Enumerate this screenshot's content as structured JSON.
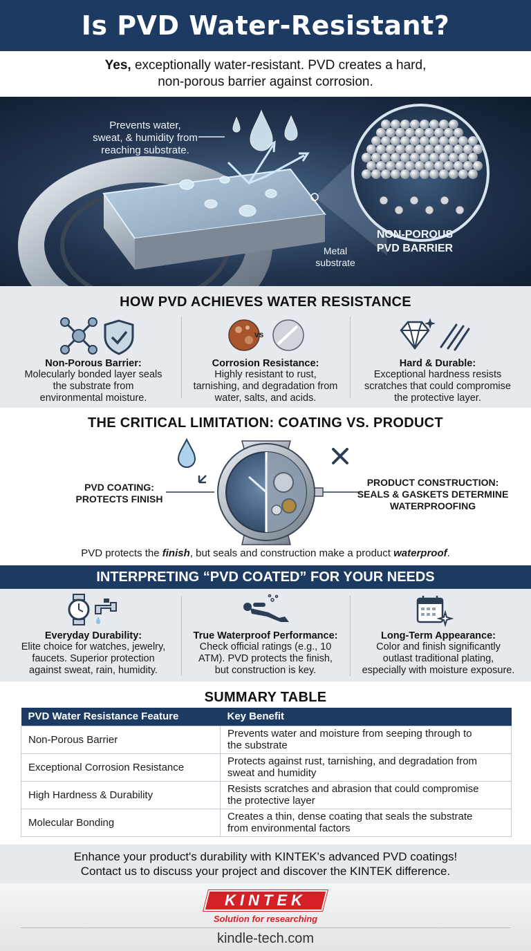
{
  "header": {
    "title": "Is PVD Water-Resistant?"
  },
  "intro": {
    "lead": "Yes,",
    "line1_rest": " exceptionally water-resistant. PVD creates a hard,",
    "line2": "non-porous barrier against corrosion."
  },
  "hero": {
    "callout_line1": "Prevents water,",
    "callout_line2": "sweat, & humidity from",
    "callout_line3": "reaching substrate.",
    "barrier_line1": "NON-POROUS",
    "barrier_line2": "PVD BARRIER",
    "substrate_line1": "Metal",
    "substrate_line2": "substrate"
  },
  "how": {
    "title": "HOW PVD ACHIEVES WATER RESISTANCE",
    "vs_label": "vs",
    "items": [
      {
        "title": "Non-Porous Barrier:",
        "desc1": "Molecularly bonded layer seals",
        "desc2": "the substrate from",
        "desc3": "environmental moisture."
      },
      {
        "title": "Corrosion Resistance:",
        "desc1": "Highly resistant to rust,",
        "desc2": "tarnishing, and degradation from",
        "desc3": "water, salts, and acids."
      },
      {
        "title": "Hard & Durable:",
        "desc1": "Exceptional hardness resists",
        "desc2": "scratches that could compromise",
        "desc3": "the protective layer."
      }
    ]
  },
  "limitation": {
    "title": "THE CRITICAL LIMITATION: COATING VS. PRODUCT",
    "left_line1": "PVD COATING:",
    "left_line2": "PROTECTS FINISH",
    "right_line1": "PRODUCT CONSTRUCTION:",
    "right_line2": "SEALS & GASKETS DETERMINE",
    "right_line3": "WATERPROOFING",
    "caption_a": "PVD protects the ",
    "caption_b": "finish",
    "caption_c": ", but seals and construction make a product ",
    "caption_d": "waterproof",
    "caption_e": "."
  },
  "interpret": {
    "title": "INTERPRETING “PVD COATED” FOR YOUR NEEDS",
    "items": [
      {
        "title": "Everyday Durability:",
        "desc1": "Elite choice for watches, jewelry,",
        "desc2": "faucets. Superior protection",
        "desc3": "against sweat, rain, humidity."
      },
      {
        "title": "True Waterproof Performance:",
        "desc1": "Check official ratings (e.g., 10",
        "desc2": "ATM). PVD protects the finish,",
        "desc3": "but construction is key."
      },
      {
        "title": "Long-Term Appearance:",
        "desc1": "Color and finish significantly",
        "desc2": "outlast traditional plating,",
        "desc3": "especially with moisture exposure."
      }
    ]
  },
  "summary": {
    "title": "SUMMARY TABLE",
    "headers": [
      "PVD Water Resistance Feature",
      "Key Benefit"
    ],
    "rows": [
      {
        "feature": "Non-Porous Barrier",
        "benefit1": "Prevents water and moisture from seeping through to",
        "benefit2": "the substrate"
      },
      {
        "feature": "Exceptional Corrosion Resistance",
        "benefit1": "Protects against rust, tarnishing, and degradation from",
        "benefit2": "sweat and humidity"
      },
      {
        "feature": "High Hardness & Durability",
        "benefit1": "Resists scratches and abrasion that could compromise",
        "benefit2": "the protective layer"
      },
      {
        "feature": "Molecular Bonding",
        "benefit1": "Creates a thin, dense coating that seals the substrate",
        "benefit2": "from environmental factors"
      }
    ]
  },
  "cta": {
    "line1": "Enhance your product's durability with KINTEK's advanced PVD coatings!",
    "line2": "Contact us to discuss your project and discover the KINTEK difference."
  },
  "footer": {
    "logo": "KINTEK",
    "tagline": "Solution for researching",
    "site": "kindle-tech.com"
  },
  "colors": {
    "navy": "#1d3a63",
    "brand_red": "#d62027",
    "panel_gray": "#e6e9ed"
  }
}
